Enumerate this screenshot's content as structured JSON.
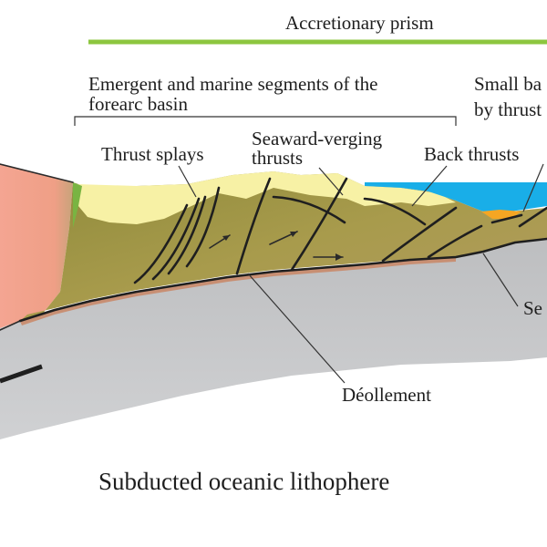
{
  "labels": {
    "accretionary_prism": "Accretionary prism",
    "forearc_line1": "Emergent and marine segments of the",
    "forearc_line2": "forearc basin",
    "small_basin_line1": "Small ba",
    "small_basin_line2": "by thrust",
    "thrust_splays": "Thrust splays",
    "seaward_line1": "Seaward-verging",
    "seaward_line2": "thrusts",
    "back_thrusts": "Back thrusts",
    "se_partial": "Se",
    "decollement": "Déollement",
    "subducted": "Subducted oceanic lithophere"
  },
  "colors": {
    "prism_bar": "#8dc63f",
    "arc_crust": "#f2a48e",
    "prism_body": "#a89a48",
    "basin_fill": "#f7f1a5",
    "sea": "#19aee8",
    "oceanic_plate": "#c7c8ca",
    "decollement_zone": "#c9896a",
    "small_basin_fill": "#f5a623"
  }
}
